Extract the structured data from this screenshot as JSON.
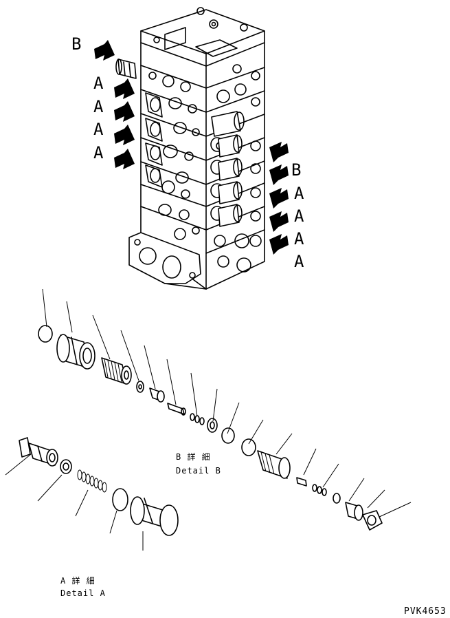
{
  "labels": {
    "b": "B",
    "a": "A"
  },
  "detail_b": {
    "jp": "B 詳 細",
    "en": "Detail B"
  },
  "detail_a": {
    "jp": "A 詳 細",
    "en": "Detail A"
  },
  "drawing_code": "PVK4653"
}
